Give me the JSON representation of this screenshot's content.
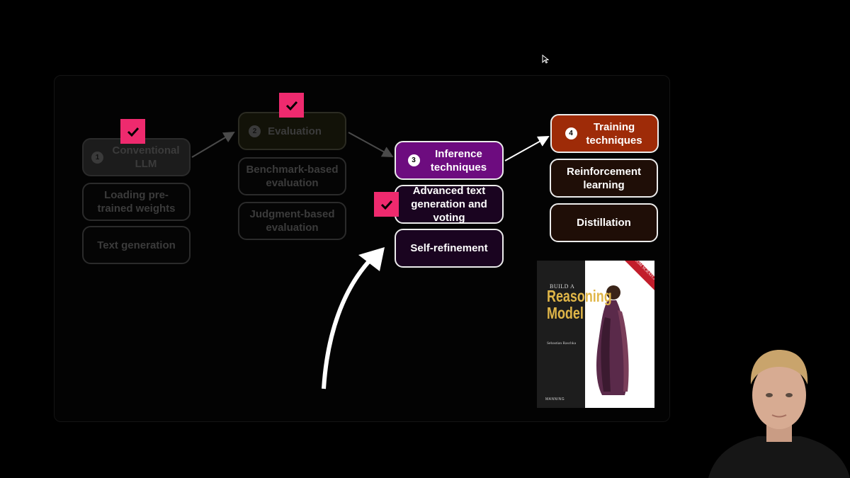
{
  "stages": [
    {
      "number": "1",
      "title": "Conventional LLM",
      "subitems": [
        "Loading pre-trained weights",
        "Text generation"
      ]
    },
    {
      "number": "2",
      "title": "Evaluation",
      "subitems": [
        "Benchmark-based evaluation",
        "Judgment-based evaluation"
      ]
    },
    {
      "number": "3",
      "title": "Inference techniques",
      "subitems": [
        "Advanced text generation and voting",
        "Self-refinement"
      ]
    },
    {
      "number": "4",
      "title": "Training techniques",
      "subitems": [
        "Reinforcement learning",
        "Distillation"
      ]
    }
  ],
  "book": {
    "build": "BUILD A",
    "title_line1": "Reasoning",
    "title_line2": "Model",
    "author": "Sebastian Raschka",
    "ribbon": "FROM SCRATCH",
    "publisher": "MANNING"
  },
  "colors": {
    "check": "#ee2a6e",
    "inference": "#6d0c7f",
    "training": "#9e2b08"
  },
  "icons": [
    "check-icon",
    "cursor-icon",
    "arrow-icon"
  ]
}
